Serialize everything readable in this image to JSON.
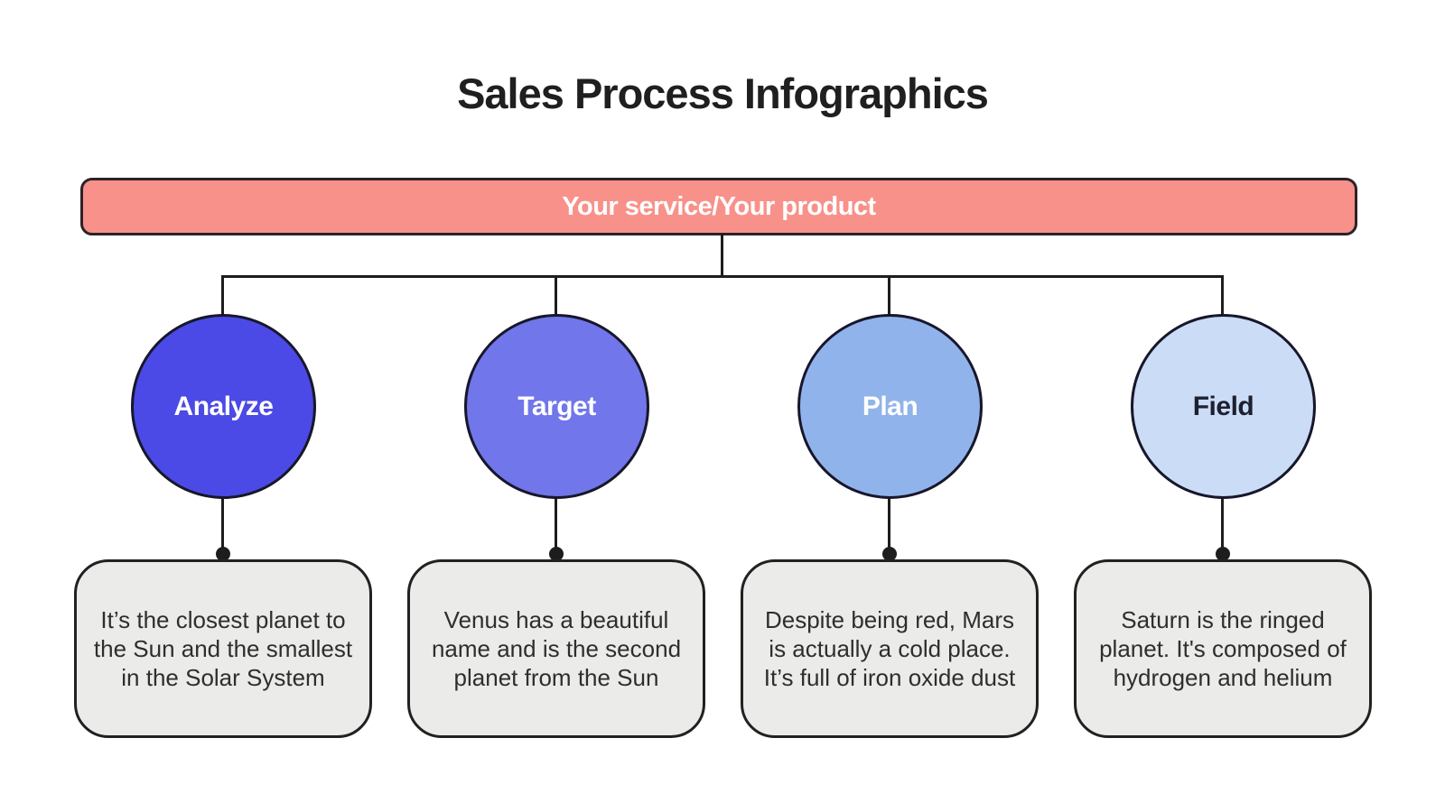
{
  "title": "Sales Process Infographics",
  "root": {
    "label": "Your service/Your product",
    "fill": "#F8918A",
    "text_color": "#ffffff"
  },
  "steps": [
    {
      "label": "Analyze",
      "fill": "#4B4AE6",
      "label_color": "#ffffff",
      "description": "It’s the closest planet to\nthe Sun and the smallest\nin the Solar System"
    },
    {
      "label": "Target",
      "fill": "#7176EA",
      "label_color": "#ffffff",
      "description": "Venus has a beautiful\nname and is the second\nplanet from the Sun"
    },
    {
      "label": "Plan",
      "fill": "#91B3EB",
      "label_color": "#ffffff",
      "description": "Despite being red, Mars\nis actually a cold place.\nIt’s full of iron oxide dust"
    },
    {
      "label": "Field",
      "fill": "#CBDCF6",
      "label_color": "#1d2030",
      "description": "Saturn is the ringed\nplanet. It's composed of\nhydrogen and helium"
    }
  ],
  "colors": {
    "line": "#1d1d1d",
    "box_fill": "#EBEBE9",
    "title_text": "#1f1f1f"
  }
}
